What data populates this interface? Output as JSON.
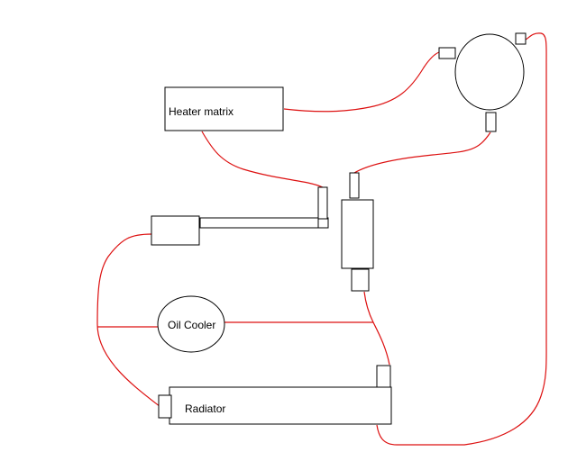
{
  "labels": {
    "heater_matrix": "Heater matrix",
    "oil_cooler": "Oil Cooler",
    "radiator": "Radiator"
  },
  "colors": {
    "hose": "#dd1111",
    "outline": "#000000",
    "background": "#ffffff"
  }
}
